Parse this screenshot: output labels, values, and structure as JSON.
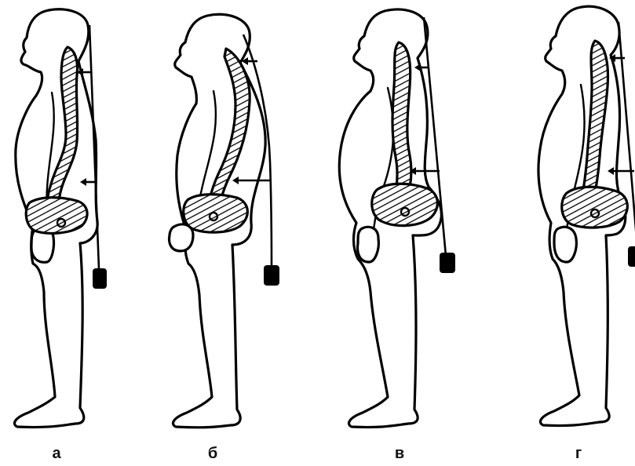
{
  "colors": {
    "ink": "#000000",
    "paper": "#ffffff"
  },
  "figures": [
    {
      "id": "a",
      "label": "а",
      "posture": "normal"
    },
    {
      "id": "b",
      "label": "б",
      "posture": "rounded"
    },
    {
      "id": "v",
      "label": "в",
      "posture": "lordotic"
    },
    {
      "id": "g",
      "label": "г",
      "posture": "flat"
    }
  ]
}
